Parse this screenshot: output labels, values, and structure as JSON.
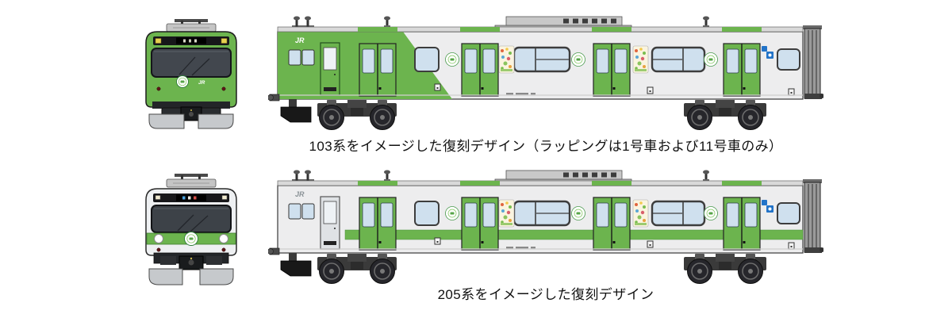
{
  "page": {
    "background_color": "#ffffff"
  },
  "palette": {
    "yamanote_green": "#6cb44e",
    "body_silver": "#ededee",
    "roof_gray": "#d9d9d9",
    "window_glass": "#cfe0ee",
    "outline_dark": "#333333",
    "underframe_gray": "#3a3a3a",
    "caption_text": "#111111",
    "sticker_blue": "#2273c8",
    "marker_light_yellow": "#e6d14f"
  },
  "logos": {
    "jr": "JR"
  },
  "rows": {
    "design_103": {
      "caption": "103系をイメージした復刻デザイン（ラッピングは1号車および11号車のみ）"
    },
    "design_205": {
      "caption": "205系をイメージした復刻デザイン"
    }
  },
  "icons": {
    "front_badge": "headmark-badge-icon",
    "round_sticker": "logo-sticker-icon",
    "wheelchair": "wheelchair-sticker-icon",
    "art_panel": "wrapping-art-panel",
    "destination": "destination-display"
  }
}
